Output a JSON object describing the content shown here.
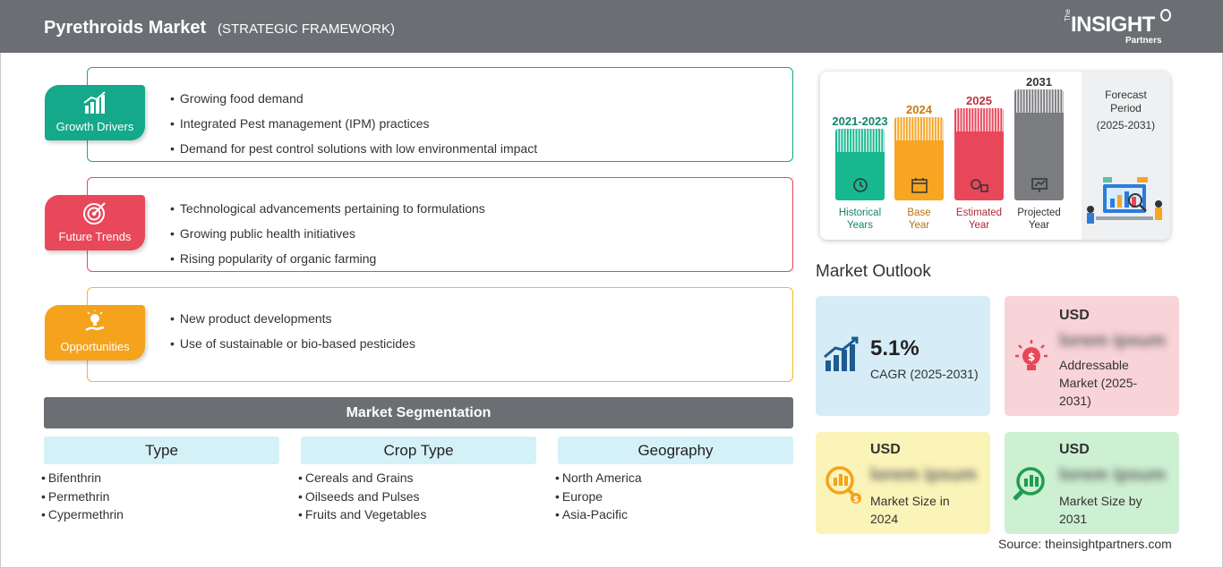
{
  "header": {
    "title": "Pyrethroids Market",
    "subtitle": "(STRATEGIC FRAMEWORK)",
    "logo": {
      "the": "The",
      "main": "INSIGHT",
      "partners": "Partners"
    }
  },
  "framework": [
    {
      "label": "Growth Drivers",
      "color": "#13a98a",
      "items": [
        "Growing food demand",
        "Integrated Pest management (IPM) practices",
        "Demand for pest control solutions with low environmental impact"
      ]
    },
    {
      "label": "Future Trends",
      "color": "#e8485a",
      "items": [
        "Technological advancements pertaining to formulations",
        "Growing public health initiatives",
        "Rising popularity of organic farming"
      ]
    },
    {
      "label": "Opportunities",
      "color": "#f5a21c",
      "items": [
        "New product developments",
        "Use of sustainable or bio-based pesticides"
      ]
    }
  ],
  "segmentation": {
    "title": "Market Segmentation",
    "columns": [
      {
        "header": "Type",
        "items": [
          "Bifenthrin",
          "Permethrin",
          "Cypermethrin"
        ]
      },
      {
        "header": "Crop Type",
        "items": [
          "Cereals and Grains",
          "Oilseeds and Pulses",
          "Fruits and Vegetables"
        ]
      },
      {
        "header": "Geography",
        "items": [
          "North America",
          "Europe",
          "Asia-Pacific"
        ]
      }
    ]
  },
  "timeline": {
    "bars": [
      {
        "year": "2021-2023",
        "label_1": "Historical",
        "label_2": "Years",
        "color": "#17b890",
        "year_color": "#13856a",
        "label_color": "#13856a",
        "icon": "history-icon"
      },
      {
        "year": "2024",
        "label_1": "Base",
        "label_2": "Year",
        "color": "#f7a523",
        "year_color": "#c47c10",
        "label_color": "#b57311",
        "icon": "calendar-icon"
      },
      {
        "year": "2025",
        "label_1": "Estimated",
        "label_2": "Year",
        "color": "#e8475a",
        "year_color": "#c02f40",
        "label_color": "#b02a3a",
        "icon": "estimate-icon"
      },
      {
        "year": "2031",
        "label_1": "Projected",
        "label_2": "Year",
        "color": "#7a7c80",
        "year_color": "#333333",
        "label_color": "#333333",
        "icon": "presentation-icon"
      }
    ],
    "forecast": {
      "line_1": "Forecast",
      "line_2": "Period",
      "line_3": "(2025-2031)"
    }
  },
  "market_outlook": {
    "title": "Market Outlook",
    "cagr": {
      "value": "5.1%",
      "label": "CAGR (2025-2031)",
      "bg": "#d6edf8"
    },
    "addressable": {
      "currency": "USD",
      "value": "lorem ipsum",
      "line_1": "Addressable",
      "line_2": "Market (2025-",
      "line_3": "2031)",
      "bg": "#f8d3d8"
    },
    "size_2024": {
      "currency": "USD",
      "value": "lorem ipsum",
      "line_1": "Market Size in",
      "line_2": "2024",
      "bg": "#fbf4b8"
    },
    "size_2031": {
      "currency": "USD",
      "value": "lorem ipsum",
      "line_1": "Market Size by",
      "line_2": "2031",
      "bg": "#cdf0d3"
    }
  },
  "source": "Source: theinsightpartners.com"
}
